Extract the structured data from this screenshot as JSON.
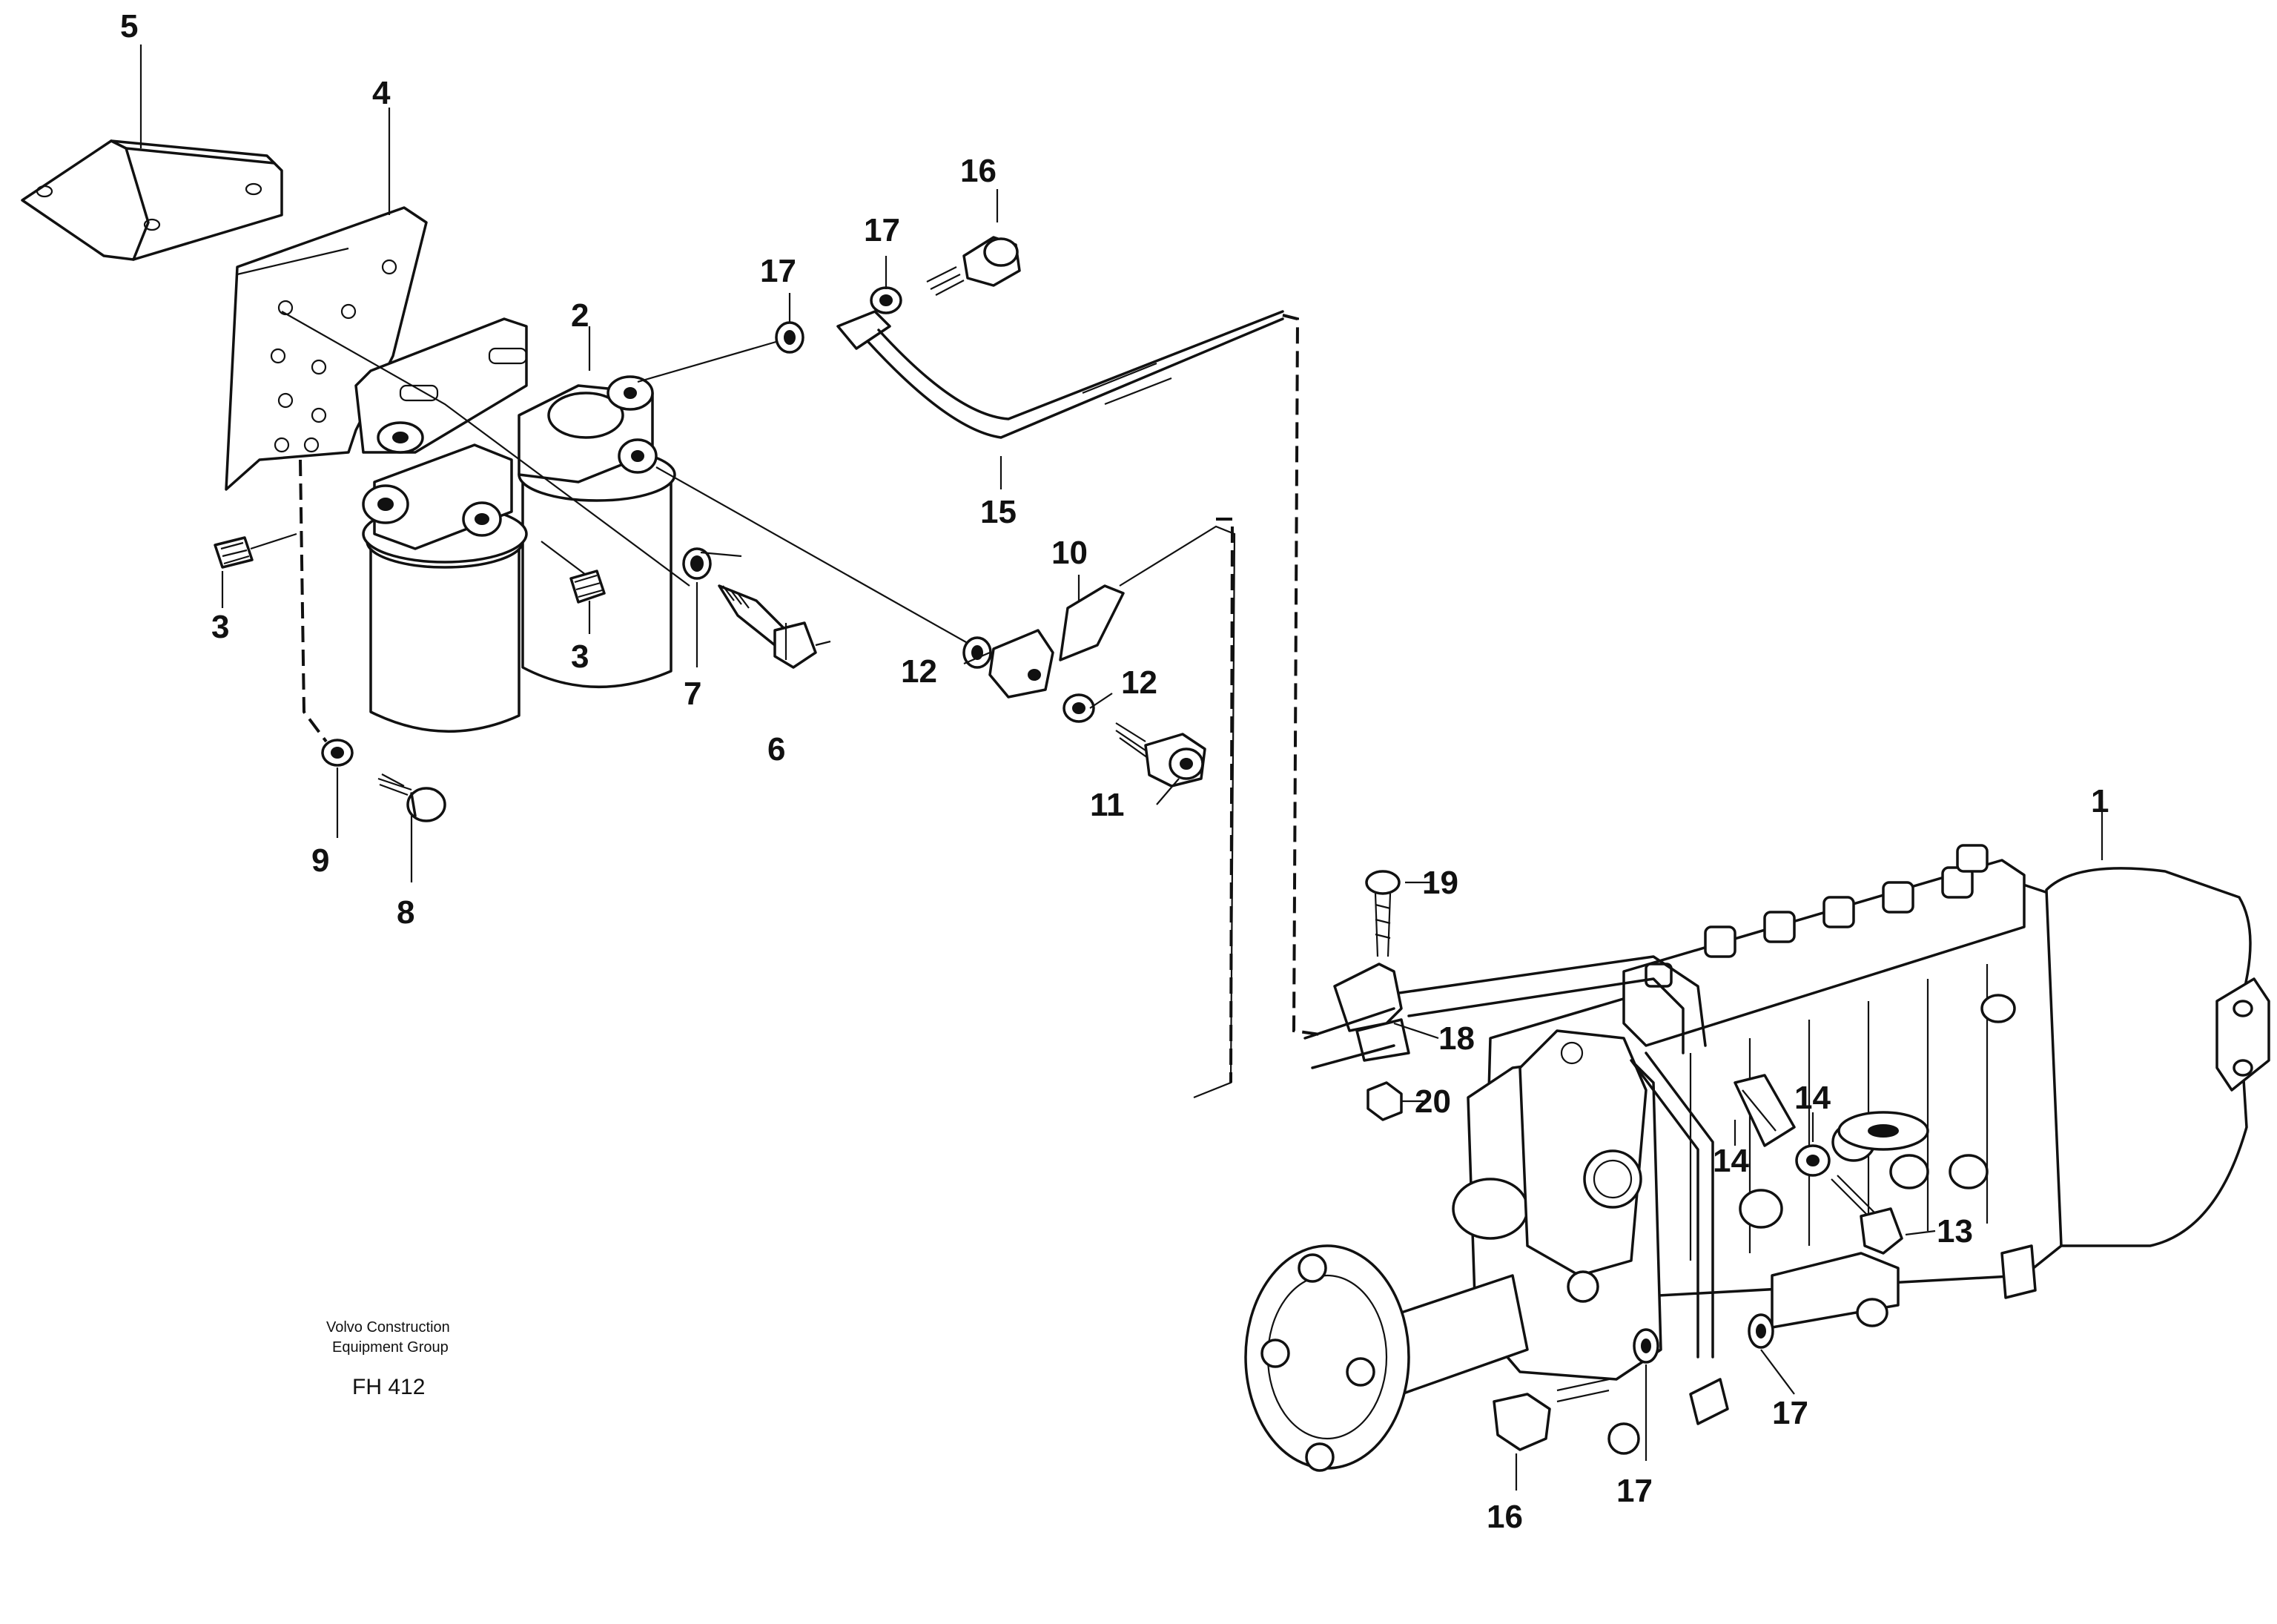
{
  "labels": {
    "l1": "1",
    "l2": "2",
    "l3a": "3",
    "l3b": "3",
    "l4": "4",
    "l5": "5",
    "l6": "6",
    "l7": "7",
    "l8": "8",
    "l9": "9",
    "l10": "10",
    "l11": "11",
    "l12a": "12",
    "l12b": "12",
    "l13": "13",
    "l14a": "14",
    "l14b": "14",
    "l15": "15",
    "l16a": "16",
    "l16b": "16",
    "l17a": "17",
    "l17b": "17",
    "l17c": "17",
    "l17d": "17",
    "l18": "18",
    "l19": "19",
    "l20": "20"
  },
  "caption": {
    "line1": "Volvo Construction",
    "line2": "Equipment Group",
    "code": "FH 412"
  }
}
